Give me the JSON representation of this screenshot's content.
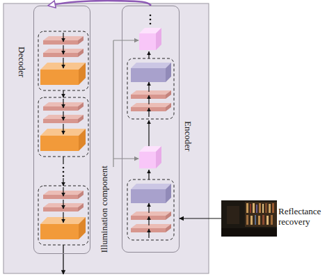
{
  "diagram": {
    "nodes": [
      {
        "text": [
          "Decoder"
        ]
      },
      {
        "text": [
          "Encoder"
        ]
      },
      {
        "text": [
          "Reflectance recovery"
        ]
      }
    ],
    "edges": [
      {
        "from": 2,
        "to": 1,
        "arrow": "to"
      },
      {
        "from": 1,
        "to": 0,
        "arrow": "to"
      }
    ],
    "labels": [
      "Illumination component"
    ]
  }
}
